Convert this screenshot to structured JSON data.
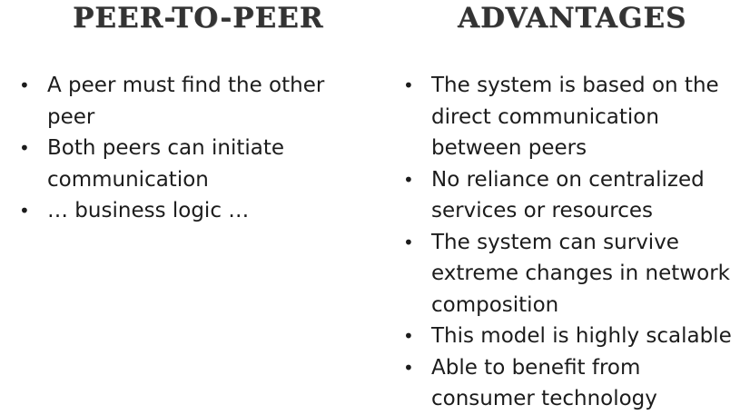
{
  "left": {
    "title": "PEER-TO-PEER",
    "bullets": [
      "A peer must find the other peer",
      "Both peers can initiate communication",
      "… business logic …"
    ]
  },
  "right": {
    "title": "ADVANTAGES",
    "bullets": [
      "The system is based on the direct communication between peers",
      "No reliance on centralized services or resources",
      "The system can survive extreme changes in network composition",
      "This model is highly scalable",
      "Able to benefit from consumer technology"
    ]
  }
}
